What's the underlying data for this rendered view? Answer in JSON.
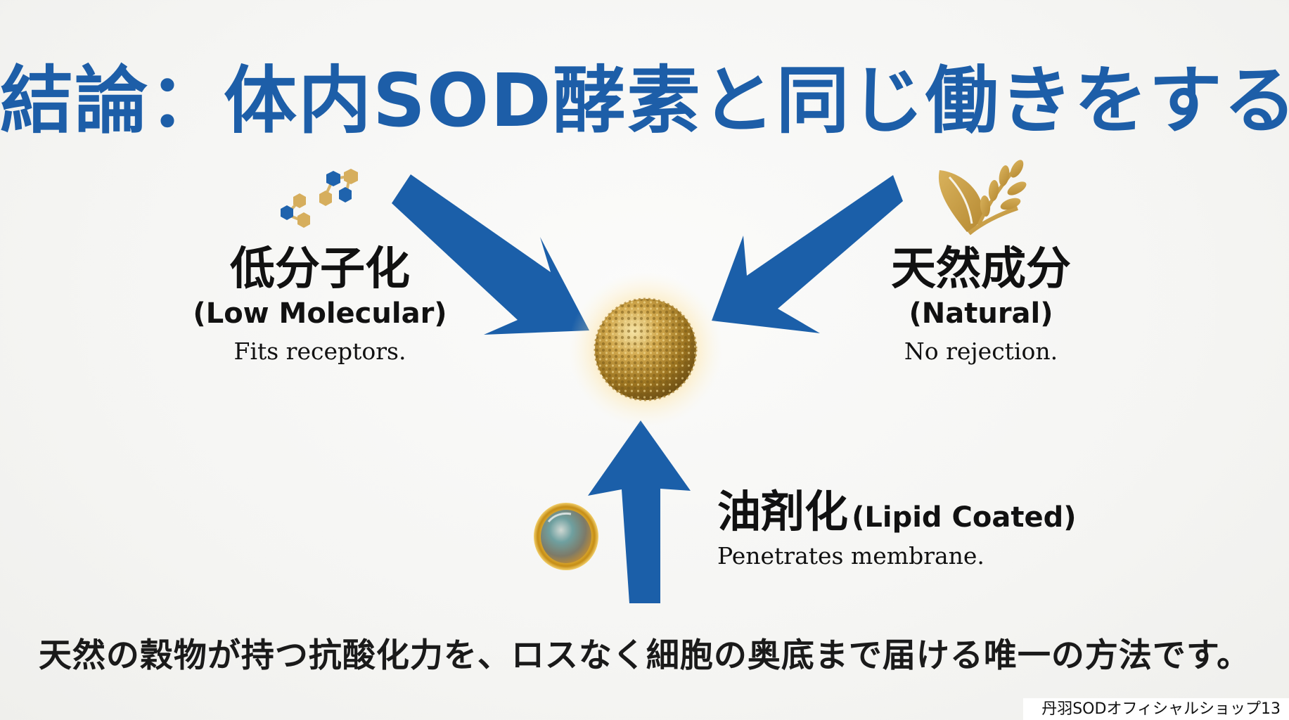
{
  "colors": {
    "brand_blue": "#1d5ea8",
    "arrow_blue": "#1b5fa9",
    "gold": "#c9a04a",
    "text_dark": "#111111",
    "background": "#f6f6f4"
  },
  "title": "結論：体内SOD酵素と同じ働きをする",
  "center": {
    "icon": "golden-antioxidant-sphere-icon"
  },
  "features": [
    {
      "position": "top-left",
      "icon": "molecule-hexagons-icon",
      "label_jp": "低分子化",
      "label_en": "(Low Molecular)",
      "description": "Fits receptors.",
      "arrow_direction": "down-right"
    },
    {
      "position": "top-right",
      "icon": "wheat-leaf-icon",
      "label_jp": "天然成分",
      "label_en": "(Natural)",
      "description": "No rejection.",
      "arrow_direction": "down-left"
    },
    {
      "position": "bottom",
      "icon": "lipid-capsule-icon",
      "label_jp": "油剤化",
      "label_en": "(Lipid Coated)",
      "description": "Penetrates membrane.",
      "arrow_direction": "up"
    }
  ],
  "summary": "天然の穀物が持つ抗酸化力を、ロスなく細胞の奥底まで届ける唯一の方法です。",
  "watermark": "丹羽SODオフィシャルショップ13"
}
